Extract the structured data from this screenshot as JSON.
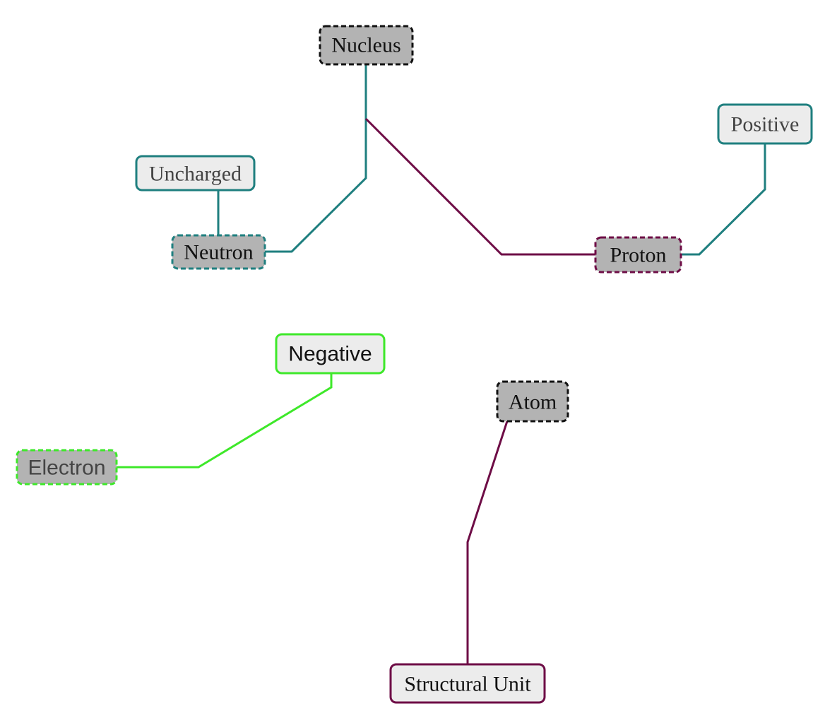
{
  "colors": {
    "teal": "#1f7f7f",
    "maroon": "#6e0d46",
    "green": "#3ee82a",
    "black": "#111111",
    "concept_fill": "#b3b3b3",
    "attribute_fill": "#ececec",
    "text_dark": "#111111",
    "text_gray": "#444444"
  },
  "nodes": {
    "nucleus": {
      "label": "Nucleus",
      "kind": "concept",
      "border_color": "#111111"
    },
    "neutron": {
      "label": "Neutron",
      "kind": "concept",
      "border_color": "#1f7f7f"
    },
    "uncharged": {
      "label": "Uncharged",
      "kind": "attribute",
      "border_color": "#1f7f7f"
    },
    "proton": {
      "label": "Proton",
      "kind": "concept",
      "border_color": "#6e0d46"
    },
    "positive": {
      "label": "Positive",
      "kind": "attribute",
      "border_color": "#1f7f7f"
    },
    "negative": {
      "label": "Negative",
      "kind": "attribute",
      "border_color": "#3ee82a"
    },
    "electron": {
      "label": "Electron",
      "kind": "concept",
      "border_color": "#3ee82a"
    },
    "atom": {
      "label": "Atom",
      "kind": "concept",
      "border_color": "#111111"
    },
    "structural_unit": {
      "label": "Structural Unit",
      "kind": "attribute",
      "border_color": "#6e0d46"
    }
  },
  "edges": [
    {
      "from": "nucleus",
      "to": "neutron",
      "color": "#1f7f7f"
    },
    {
      "from": "nucleus",
      "to": "proton",
      "color": "#6e0d46"
    },
    {
      "from": "neutron",
      "to": "uncharged",
      "color": "#1f7f7f"
    },
    {
      "from": "proton",
      "to": "positive",
      "color": "#1f7f7f"
    },
    {
      "from": "electron",
      "to": "negative",
      "color": "#3ee82a"
    },
    {
      "from": "atom",
      "to": "structural_unit",
      "color": "#6e0d46"
    }
  ]
}
